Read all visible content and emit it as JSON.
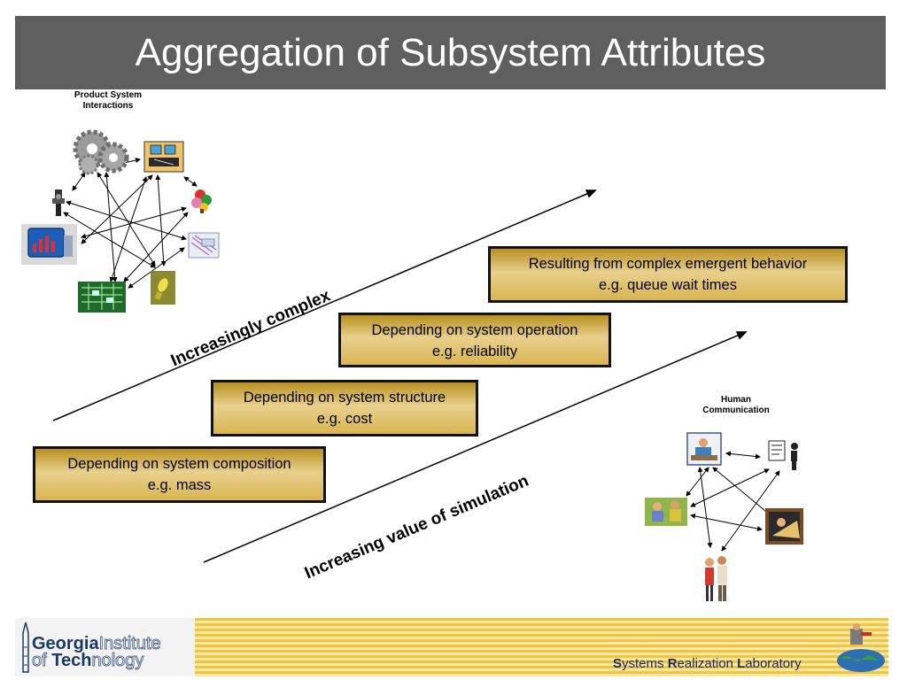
{
  "title": "Aggregation of Subsystem Attributes",
  "labels": {
    "product_system": "Product System\nInteractions",
    "human_communication": "Human\nCommunication"
  },
  "attribute_boxes": [
    {
      "line1": "Depending on system composition",
      "line2": "e.g. mass"
    },
    {
      "line1": "Depending on system structure",
      "line2": "e.g. cost"
    },
    {
      "line1": "Depending on system operation",
      "line2": "e.g. reliability"
    },
    {
      "line1": "Resulting from complex emergent behavior",
      "line2": "e.g. queue wait times"
    }
  ],
  "axis_labels": {
    "complexity": "Increasingly complex",
    "simulation": "Increasing value of simulation"
  },
  "footer": {
    "gt_word1_bold": "Georgia",
    "gt_word1_light": "Institute",
    "gt_word2_light_a": "of ",
    "gt_word2_bold": "Tech",
    "gt_word2_light_b": "nology",
    "srl_s": "S",
    "srl_ystems": "ystems ",
    "srl_r": "R",
    "srl_ealization": "ealization ",
    "srl_l": "L",
    "srl_aboratory": "aboratory"
  },
  "colors": {
    "title_bar": "#5f5f5f",
    "box_gold": "#d9b552",
    "footer_stripe": "#efc444"
  }
}
